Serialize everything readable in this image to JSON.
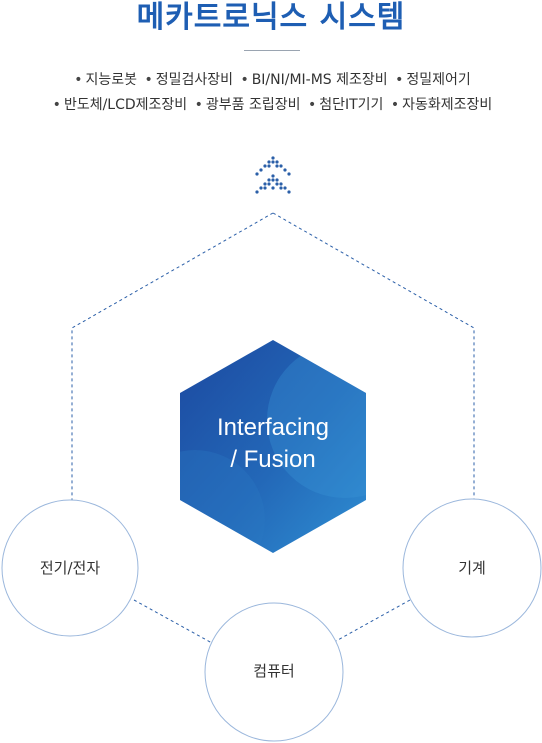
{
  "header": {
    "title": "메카트로닉스 시스템"
  },
  "applications": {
    "bullet": "•",
    "line1": [
      "지능로봇",
      "정밀검사장비",
      "BI/NI/MI-MS 제조장비",
      "정밀제어기"
    ],
    "line2": [
      "반도체/LCD제조장비",
      "광부품 조립장비",
      "첨단IT기기",
      "자동화제조장비"
    ]
  },
  "diagram": {
    "center_label_line1": "Interfacing",
    "center_label_line2": "/ Fusion",
    "nodes": {
      "electric": "전기/전자",
      "computer": "컴퓨터",
      "mechanical": "기계"
    },
    "colors": {
      "hex_dark": "#1f4fa8",
      "hex_light": "#2f8bd0",
      "dashed_line": "#2b5fa8",
      "circle_stroke": "#9bb7dc",
      "chevron": "#2b5fa8"
    }
  }
}
